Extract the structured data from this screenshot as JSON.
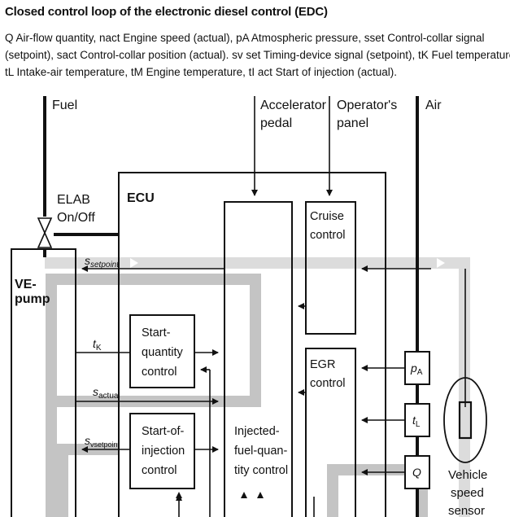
{
  "title": "Closed control loop of the electronic diesel control (EDC)",
  "legend_lines": [
    "Q Air-flow quantity, nact Engine speed (actual), pA Atmospheric pressure, sset Control-collar signal",
    "(setpoint), sact Control-collar position (actual). sv set Timing-device signal (setpoint), tK Fuel temperature,",
    "tL Intake-air temperature, tM Engine temperature, tI act Start of injection (actual)."
  ],
  "labels": {
    "fuel": "Fuel",
    "accelerator_1": "Accelerator",
    "accelerator_2": "pedal",
    "operator_1": "Operator's",
    "operator_2": "panel",
    "air": "Air",
    "elab_1": "ELAB",
    "elab_2": "On/Off",
    "ecu": "ECU",
    "ve_pump_1": "VE-",
    "ve_pump_2": "pump",
    "cruise_1": "Cruise",
    "cruise_2": "control",
    "start_qty_1": "Start-",
    "start_qty_2": "quantity",
    "start_qty_3": "control",
    "egr_1": "EGR",
    "egr_2": "control",
    "soi_1": "Start-of-",
    "soi_2": "injection",
    "soi_3": "control",
    "ifq_1": "Injected-",
    "ifq_2": "fuel-quan-",
    "ifq_3": "tity control",
    "vss_1": "Vehicle",
    "vss_2": "speed",
    "vss_3": "sensor"
  },
  "signals": {
    "s_setpoint_main": "s",
    "s_setpoint_sub": "setpoint",
    "tk_main": "t",
    "tk_sub": "K",
    "s_actual_main": "s",
    "s_actual_sub": "actual",
    "sv_setpoint_main": "s",
    "sv_setpoint_sub": "vsetpoint",
    "pa_main": "p",
    "pa_sub": "A",
    "tl_main": "t",
    "tl_sub": "L",
    "q_main": "Q"
  },
  "colors": {
    "line": "#111111",
    "signal_band": "#bdbdbd",
    "signal_band_light": "#d6d6d6"
  }
}
